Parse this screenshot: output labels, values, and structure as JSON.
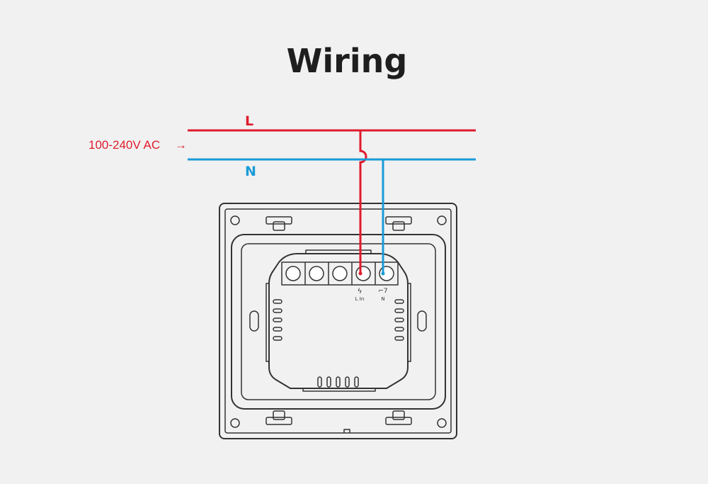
{
  "title": "Wiring",
  "supply_label": "100-240V AC",
  "supply_arrow": "→",
  "wires": {
    "live": {
      "label": "L",
      "color": "#e01b2d"
    },
    "neutral": {
      "label": "N",
      "color": "#1a9bd7"
    }
  },
  "terminals": {
    "live_in": {
      "symbol": "ϟ",
      "label": "L In"
    },
    "neutral": {
      "symbol": "⌐7",
      "label": "N"
    }
  },
  "colors": {
    "background": "#f1f1f1",
    "device_stroke": "#333333",
    "title": "#1e1e1e"
  }
}
